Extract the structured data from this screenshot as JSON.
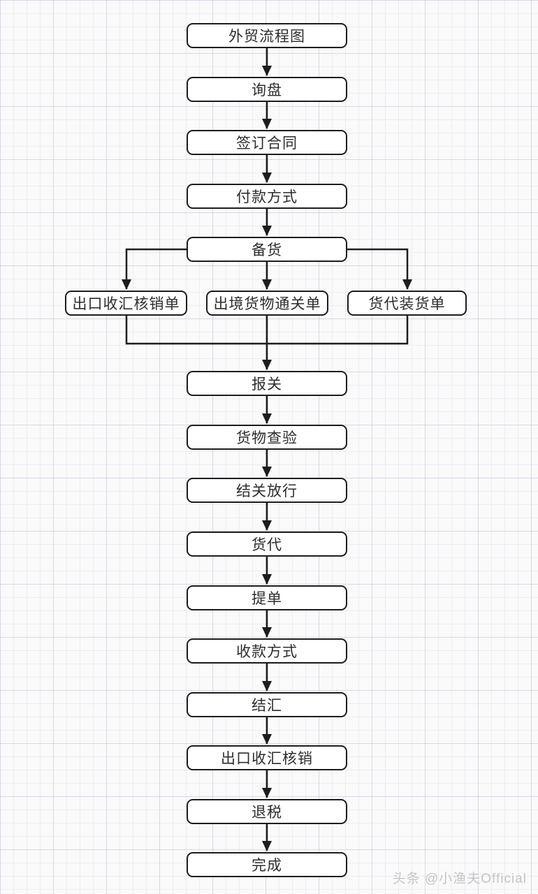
{
  "flow": {
    "title": "外贸流程图",
    "nodes": [
      {
        "label": "外贸流程图"
      },
      {
        "label": "询盘"
      },
      {
        "label": "签订合同"
      },
      {
        "label": "付款方式"
      },
      {
        "label": "备货"
      },
      {
        "label": "出口收汇核销单"
      },
      {
        "label": "出境货物通关单"
      },
      {
        "label": "货代装货单"
      },
      {
        "label": "报关"
      },
      {
        "label": "货物查验"
      },
      {
        "label": "结关放行"
      },
      {
        "label": "货代"
      },
      {
        "label": "提单"
      },
      {
        "label": "收款方式"
      },
      {
        "label": "结汇"
      },
      {
        "label": "出口收汇核销"
      },
      {
        "label": "退税"
      },
      {
        "label": "完成"
      }
    ],
    "edges": [
      {
        "from": "外贸流程图",
        "to": "询盘"
      },
      {
        "from": "询盘",
        "to": "签订合同"
      },
      {
        "from": "签订合同",
        "to": "付款方式"
      },
      {
        "from": "付款方式",
        "to": "备货"
      },
      {
        "from": "备货",
        "to": "出口收汇核销单"
      },
      {
        "from": "备货",
        "to": "出境货物通关单"
      },
      {
        "from": "备货",
        "to": "货代装货单"
      },
      {
        "from": "出口收汇核销单",
        "to": "报关"
      },
      {
        "from": "出境货物通关单",
        "to": "报关"
      },
      {
        "from": "货代装货单",
        "to": "报关"
      },
      {
        "from": "报关",
        "to": "货物查验"
      },
      {
        "from": "货物查验",
        "to": "结关放行"
      },
      {
        "from": "结关放行",
        "to": "货代"
      },
      {
        "from": "货代",
        "to": "提单"
      },
      {
        "from": "提单",
        "to": "收款方式"
      },
      {
        "from": "收款方式",
        "to": "结汇"
      },
      {
        "from": "结汇",
        "to": "出口收汇核销"
      },
      {
        "from": "出口收汇核销",
        "to": "退税"
      },
      {
        "from": "退税",
        "to": "完成"
      }
    ]
  },
  "watermark": {
    "text": "头条 @小渔夫Official"
  },
  "colors": {
    "background": "#fafafb",
    "grid_major": "#dcdce3",
    "grid_minor": "#ebebf0",
    "box_fill": "#ffffff",
    "box_border": "#1d1d1d",
    "line": "#1d1d1d",
    "text": "#2d2d2d",
    "watermark": "#c3c3c7"
  }
}
